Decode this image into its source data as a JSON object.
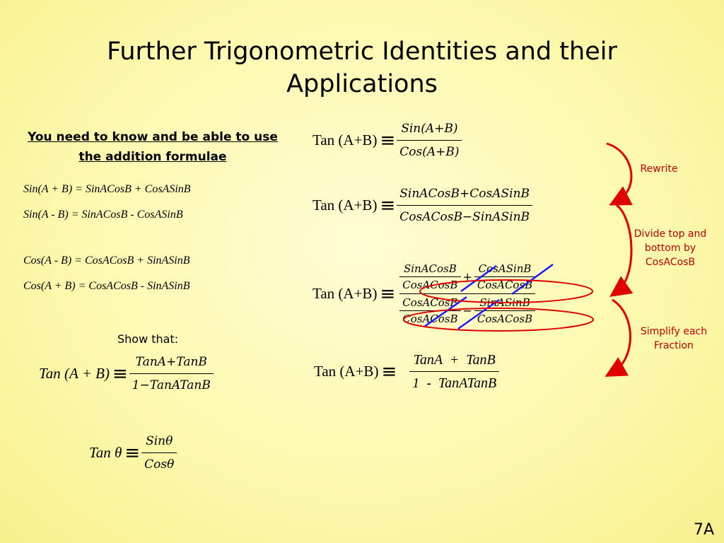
{
  "title": "Further Trigonometric Identities and their Applications",
  "intro": "You need to know and be able to use the addition formulae",
  "formulae": [
    "Sin(A + B) = SinACosB + CosASinB",
    "Sin(A - B) = SinACosB - CosASinB",
    "Cos(A - B) = CosACosB + SinASinB",
    "Cos(A + B) = CosACosB - SinASinB"
  ],
  "show_that": "Show that:",
  "target": {
    "lhs": "Tan (A + B)",
    "equiv": "≡",
    "num": "TanA+TanB",
    "den": "1−TanATanB"
  },
  "tan_theta": {
    "lhs": "Tan θ",
    "equiv": "≡",
    "num": "Sinθ",
    "den": "Cosθ"
  },
  "steps": [
    {
      "lhs": "Tan (A+B)",
      "equiv": "≡",
      "num": "Sin(A+B)",
      "den": "Cos(A+B)"
    },
    {
      "lhs": "Tan (A+B)",
      "equiv": "≡",
      "num": "SinACosB+CosASinB",
      "den": "CosACosB−SinASinB"
    },
    {
      "lhs": "Tan (A+B)",
      "equiv": "≡",
      "num_parts": [
        "SinACosB",
        "CosACosB",
        "+",
        "CosASinB",
        "CosACosB"
      ],
      "den_parts": [
        "CosACosB",
        "CosACosB",
        "−",
        "SinASinB",
        "CosACosB"
      ]
    },
    {
      "lhs": "Tan (A+B)",
      "equiv": "≡",
      "num": "TanA  +  TanB",
      "den": "1  -  TanATanB"
    }
  ],
  "notes": {
    "rewrite": "Rewrite",
    "divide": "Divide top and bottom by CosACosB",
    "simplify": "Simplify each Fraction"
  },
  "slide_number": "7A",
  "colors": {
    "annotation": "#c00000",
    "cancel_line": "#1a1aff",
    "highlight_ring": "#e00000"
  }
}
